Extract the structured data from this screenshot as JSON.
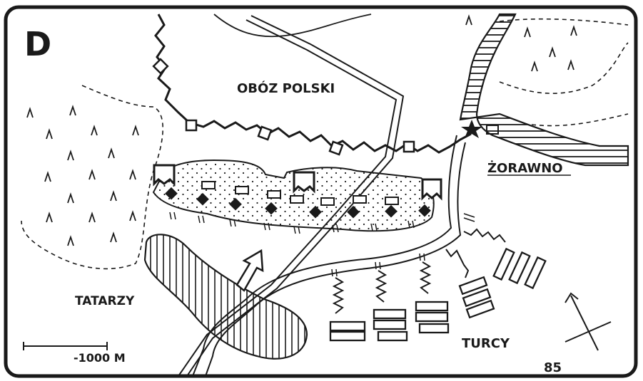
{
  "panel_letter": "D",
  "labels": {
    "polish_camp": "OBÓZ POLSKI",
    "town": "ŻORAWNO",
    "tatars": "TATARZY",
    "turks": "TURCY"
  },
  "scale": {
    "label": "-1000 M"
  },
  "page_number": "85",
  "colors": {
    "ink": "#1a1a1a",
    "paper": "#ffffff"
  }
}
